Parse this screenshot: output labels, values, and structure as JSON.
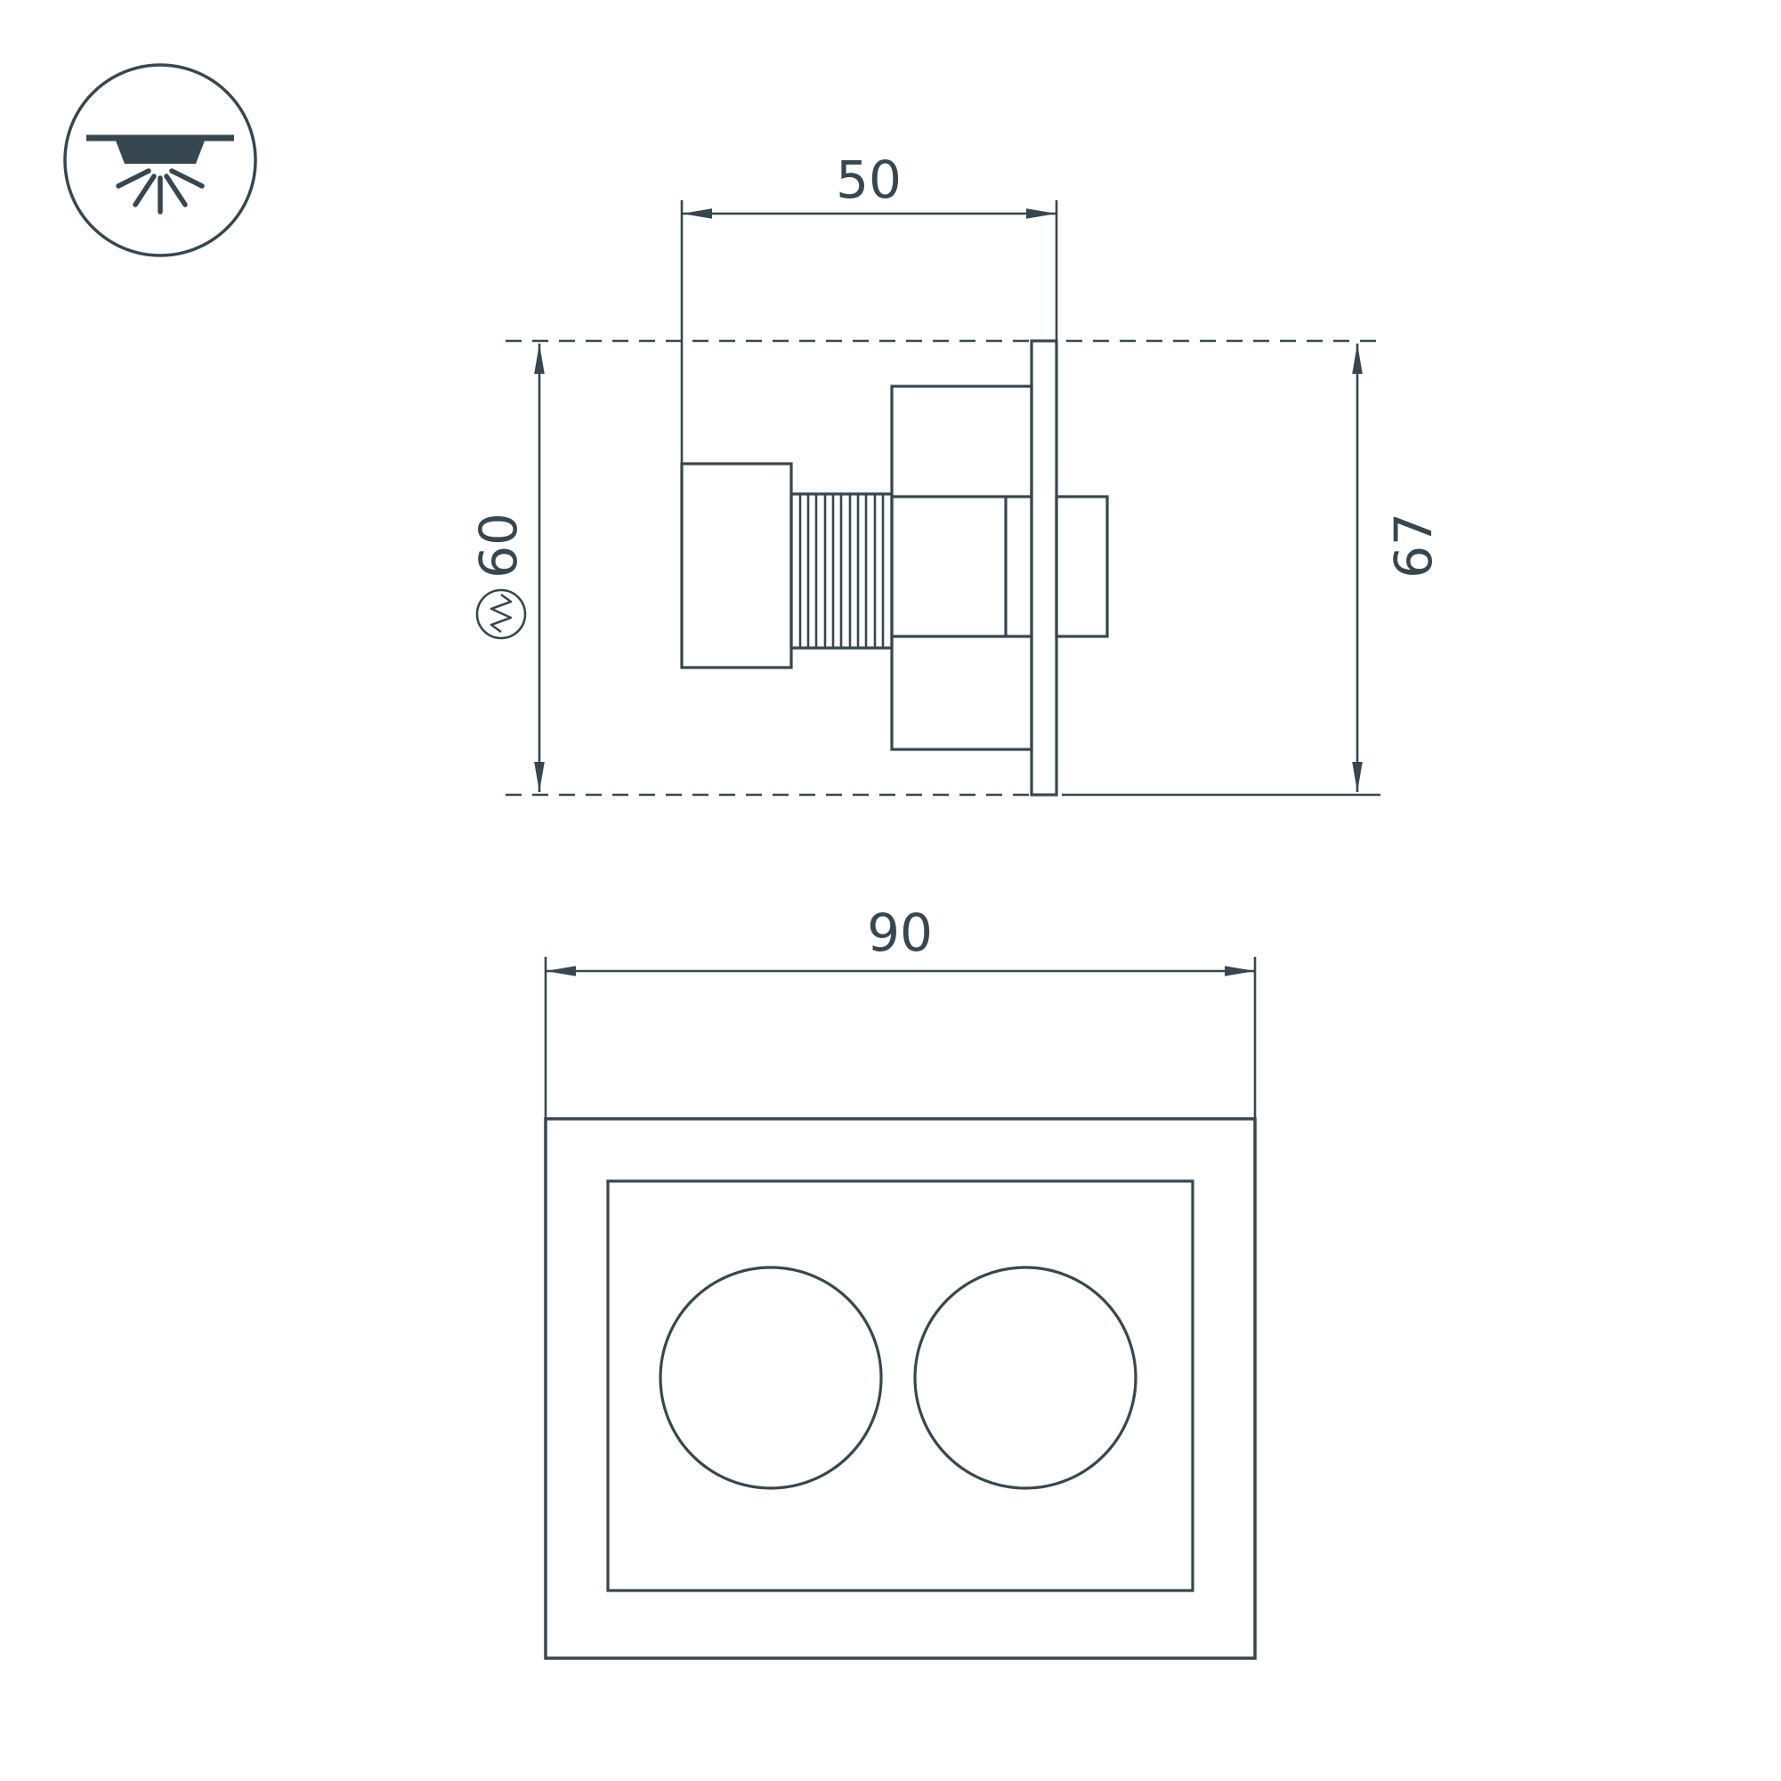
{
  "colors": {
    "line": "#37474F",
    "background": "#FFFFFF"
  },
  "icons": {
    "mount_type": "recessed-ceiling-downlight-icon",
    "cutout": "cut-zigzag-circle-icon"
  },
  "dimensions": {
    "side_view": {
      "width": "50",
      "recess_depth": "60",
      "overall_height": "67"
    },
    "front_view": {
      "width": "90"
    }
  }
}
